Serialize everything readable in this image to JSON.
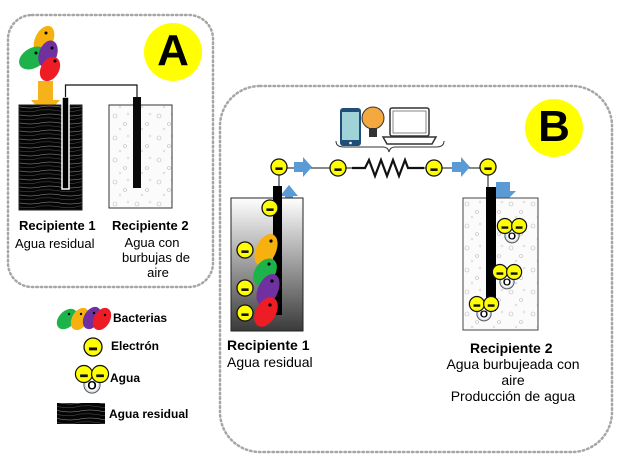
{
  "panel_a": {
    "badge": "A",
    "container1_title": "Recipiente 1",
    "container1_desc": "Agua residual",
    "container2_title": "Recipiente 2",
    "container2_desc_lines": [
      "Agua con",
      "burbujas de",
      "aire"
    ]
  },
  "panel_b": {
    "badge": "B",
    "container1_title": "Recipiente 1",
    "container1_desc": "Agua residual",
    "container2_title": "Recipiente 2",
    "container2_desc_lines": [
      "Agua burbujeada con",
      "aire",
      "Producción de agua"
    ],
    "devices": [
      "phone-icon",
      "light-bulb-icon",
      "laptop-icon"
    ],
    "electron_symbol": "−",
    "oxygen_symbol": "O"
  },
  "legend": {
    "items": [
      {
        "icon": "bacteria-icon",
        "label": "Bacterias"
      },
      {
        "icon": "electron-icon",
        "label": "Electrón"
      },
      {
        "icon": "water-molecule-icon",
        "label": "Agua"
      },
      {
        "icon": "wastewater-icon",
        "label": "Agua residual"
      }
    ]
  },
  "colors": {
    "badge": "#ffff00",
    "electron": "#ffff00",
    "arrow_blue": "#5b9bd5",
    "arrow_orange": "#f5b21a",
    "bacteria_green": "#1db34a",
    "bacteria_orange": "#f6b10f",
    "bacteria_purple": "#7030a0",
    "bacteria_red": "#ee1c24",
    "oxygen": "#dbe5f1",
    "border_dotted": "#a6a6a6"
  }
}
